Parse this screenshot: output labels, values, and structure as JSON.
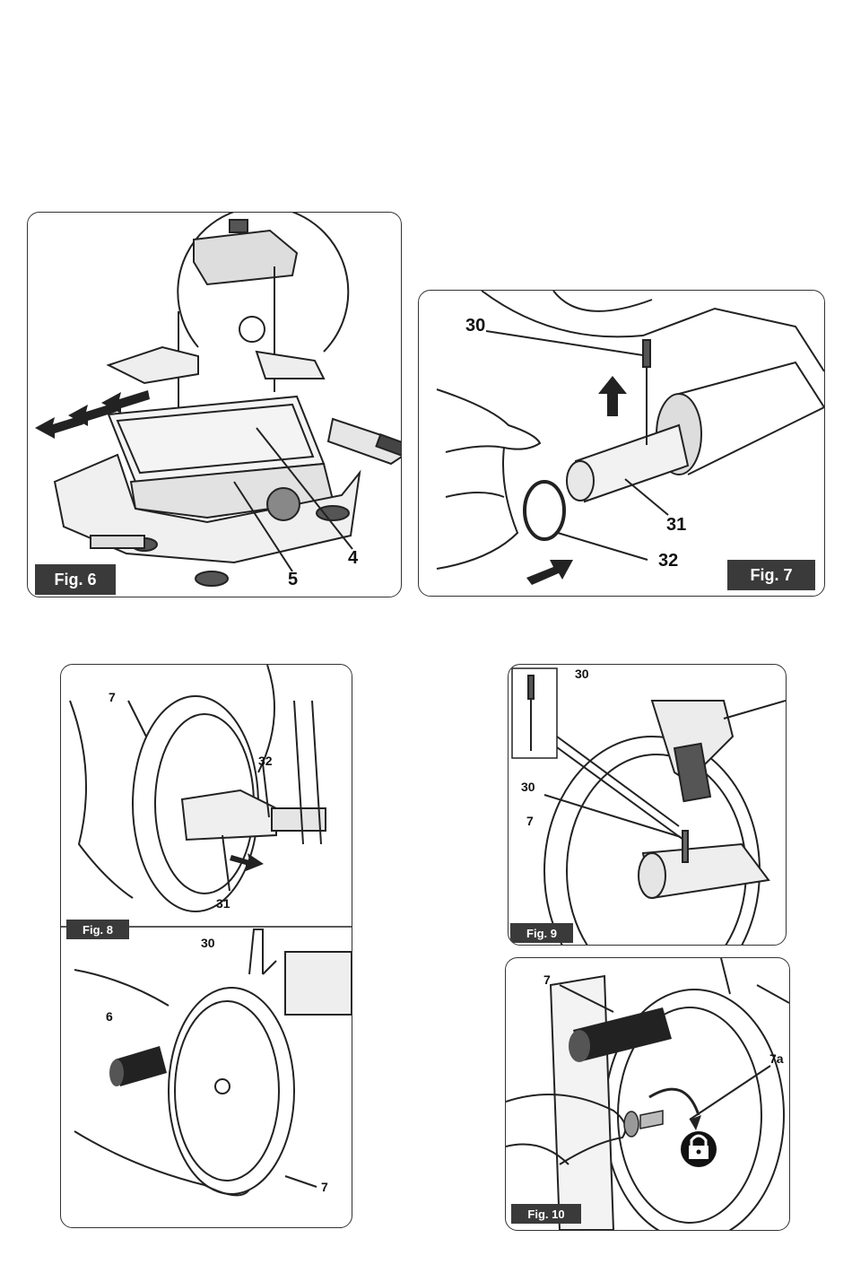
{
  "figures": {
    "fig6": {
      "tag": "Fig. 6",
      "labels": {
        "l4": "4",
        "l5": "5"
      }
    },
    "fig7": {
      "tag": "Fig. 7",
      "labels": {
        "l30": "30",
        "l31": "31",
        "l32": "32"
      }
    },
    "fig8": {
      "tag": "Fig. 8",
      "labels": {
        "l7": "7",
        "l32": "32",
        "l31": "31"
      }
    },
    "fig8b": {
      "labels": {
        "l30": "30",
        "l6": "6",
        "l7": "7"
      }
    },
    "fig9": {
      "tag": "Fig. 9",
      "labels": {
        "l30a": "30",
        "l30b": "30",
        "l7": "7"
      }
    },
    "fig10": {
      "tag": "Fig. 10",
      "labels": {
        "l7": "7",
        "l7a": "7a"
      }
    }
  },
  "icons": {
    "lock": "padlock-icon",
    "arrow": "arrow-icon"
  }
}
